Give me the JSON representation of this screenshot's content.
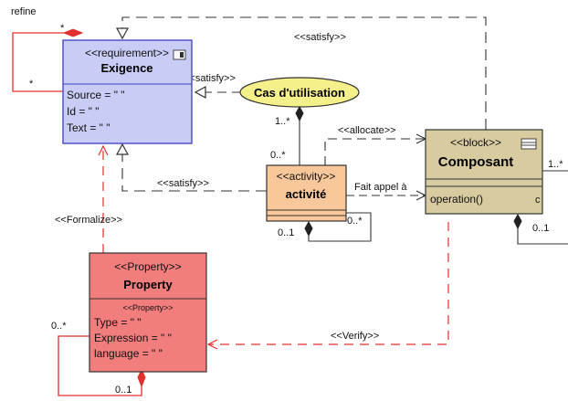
{
  "requirement": {
    "stereotype": "<<requirement>>",
    "name": "Exigence",
    "attributes": [
      "Source = \" \"",
      "Id = \" \"",
      "Text = \" \""
    ]
  },
  "usecase": {
    "name": "Cas d'utilisation"
  },
  "activity": {
    "stereotype": "<<activity>>",
    "name": "activité"
  },
  "block": {
    "stereotype": "<<block>>",
    "name": "Composant",
    "operation": "operation()"
  },
  "property": {
    "stereotype": "<<Property>>",
    "name": "Property",
    "inner_stereotype": "<<Property>>",
    "attributes": [
      "Type = \" \"",
      "Expression = \" \"",
      "language = \" \""
    ]
  },
  "relations": {
    "refine": "refine",
    "satisfy_top": "<<satisfy>>",
    "satisfy_usecase": "<<satisfy>>",
    "satisfy_activity": "<<satisfy>>",
    "allocate": "<<allocate>>",
    "fait_appel": "Fait appel à",
    "formalize": "<<Formalize>>",
    "verify": "<<Verify>>"
  },
  "multiplicities": {
    "refine_top": "*",
    "refine_bottom": "*",
    "usecase_end": "1..*",
    "activity_top": "0..*",
    "activity_self_a": "0..*",
    "activity_self_b": "0..1",
    "block_right": "1..*",
    "block_bottom": "0..1",
    "property_self_a": "0..*",
    "property_self_b": "0..1"
  },
  "colors": {
    "requirement_fill": "#c9ccf5",
    "requirement_border": "#3b3fbf",
    "usecase_fill": "#f6f08a",
    "activity_fill": "#f8c89a",
    "block_fill": "#d8cba0",
    "property_fill": "#f27d7d",
    "red_line": "#e03030"
  }
}
